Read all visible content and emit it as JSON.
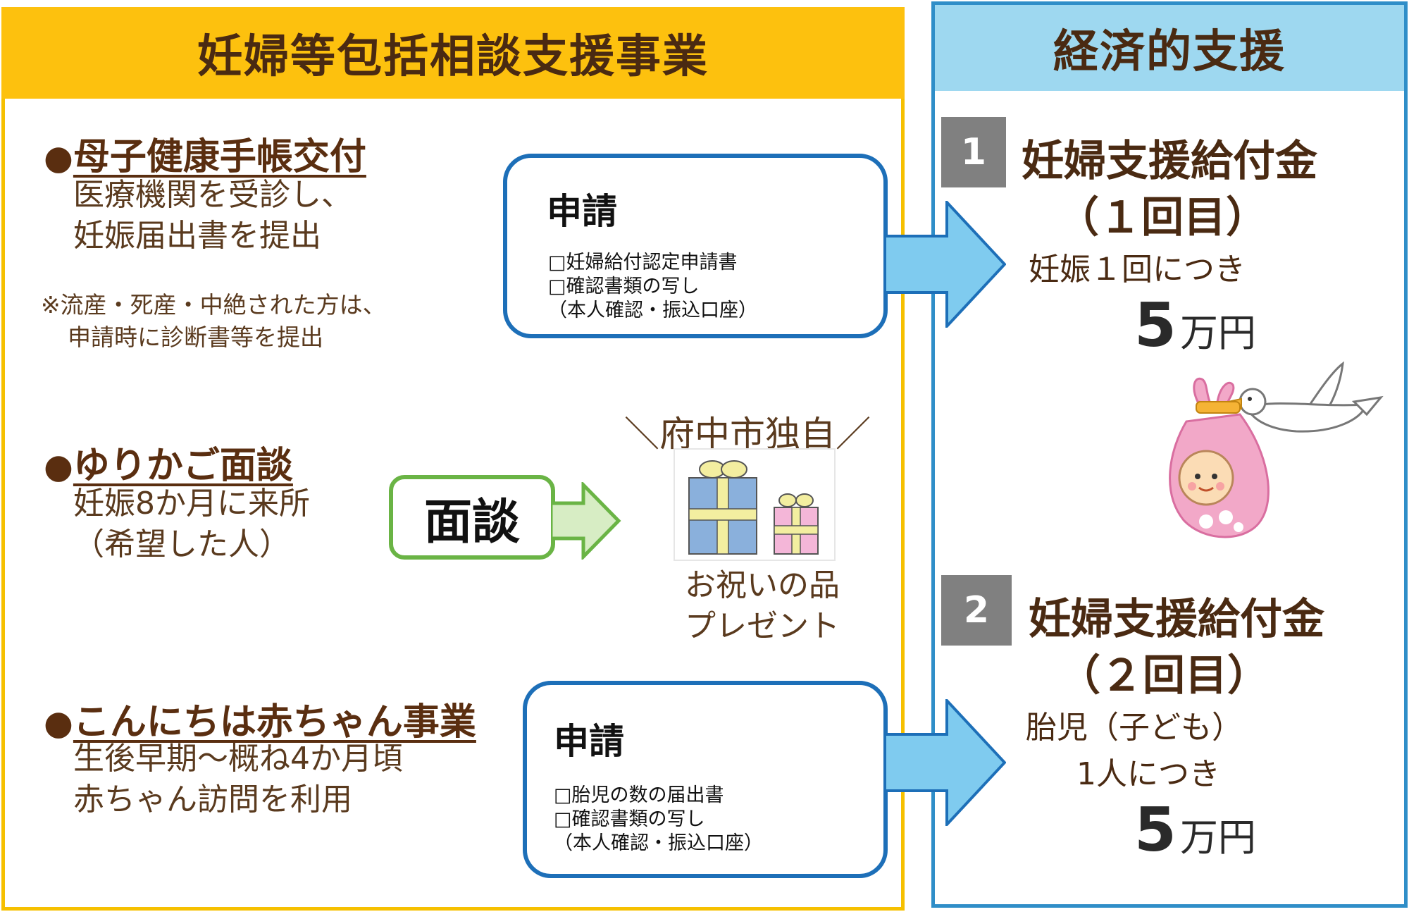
{
  "left_header": "妊婦等包括相談支援事業",
  "right_header": "経済的支援",
  "section1": {
    "bullet": "●",
    "title": "母子健康手帳交付",
    "lines": [
      "医療機関を受診し、",
      "妊娠届出書を提出"
    ],
    "notes": [
      "※流産・死産・中絶された方は、",
      "申請時に診断書等を提出"
    ]
  },
  "apply1": {
    "title": "申請",
    "items": [
      "□妊婦給付認定申請書",
      "□確認書類の写し",
      "（本人確認・振込口座）"
    ]
  },
  "section2": {
    "bullet": "●",
    "title": "ゆりかご面談",
    "lines": [
      "妊娠8か月に来所",
      "（希望した人）"
    ]
  },
  "interview_label": "面談",
  "special": {
    "label": "＼府中市独自／",
    "gift_lines": [
      "お祝いの品",
      "プレゼント"
    ]
  },
  "section3": {
    "bullet": "●",
    "title": "こんにちは赤ちゃん事業",
    "lines": [
      "生後早期～概ね4か月頃",
      "赤ちゃん訪問を利用"
    ]
  },
  "apply2": {
    "title": "申請",
    "items": [
      "□胎児の数の届出書",
      "□確認書類の写し",
      "（本人確認・振込口座）"
    ]
  },
  "benefit1": {
    "number": "1",
    "title": "妊婦支援給付金",
    "subtitle": "（１回目）",
    "condition": "妊娠１回につき",
    "amount": "5",
    "unit": "万円"
  },
  "benefit2": {
    "number": "2",
    "title": "妊婦支援給付金",
    "subtitle": "（２回目）",
    "conditions": [
      "胎児（子ども）",
      "1人につき"
    ],
    "amount": "5",
    "unit": "万円"
  },
  "colors": {
    "left_accent": "#fdc10e",
    "right_accent": "#9ed8f0",
    "apply_border": "#1d6fb8",
    "interview_border": "#6ab445",
    "arrow_blue": "#7fcbef",
    "arrow_green": "#d7edc4"
  }
}
